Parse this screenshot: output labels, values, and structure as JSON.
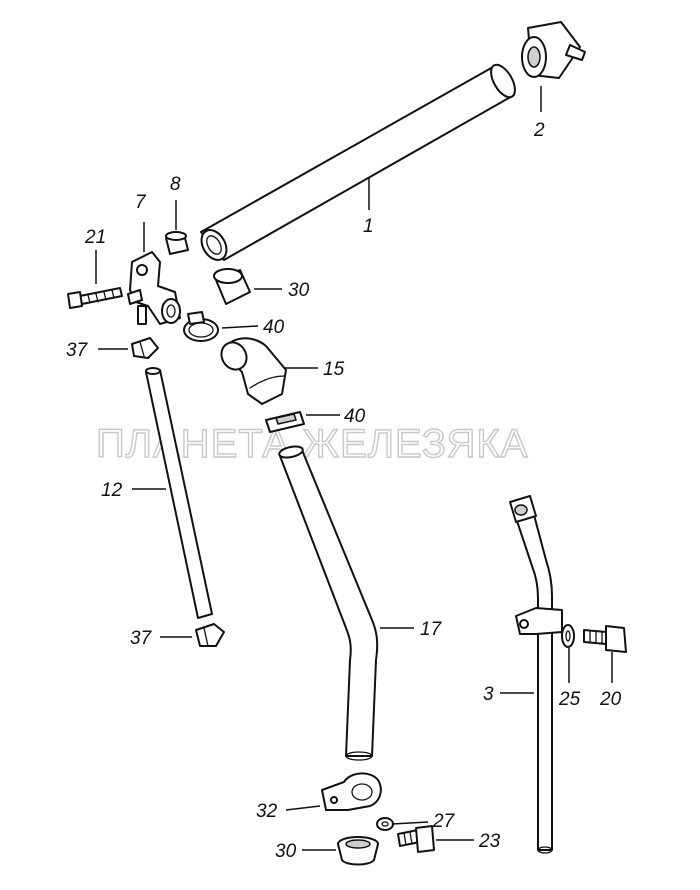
{
  "watermark": "ПЛАНЕТА ЖЕЛЕЗЯКА",
  "callouts": {
    "c1": "1",
    "c2": "2",
    "c3": "3",
    "c7": "7",
    "c8": "8",
    "c12": "12",
    "c15": "15",
    "c17": "17",
    "c20": "20",
    "c21": "21",
    "c23": "23",
    "c25": "25",
    "c27": "27",
    "c30a": "30",
    "c30b": "30",
    "c32": "32",
    "c37a": "37",
    "c37b": "37",
    "c40a": "40",
    "c40b": "40"
  }
}
